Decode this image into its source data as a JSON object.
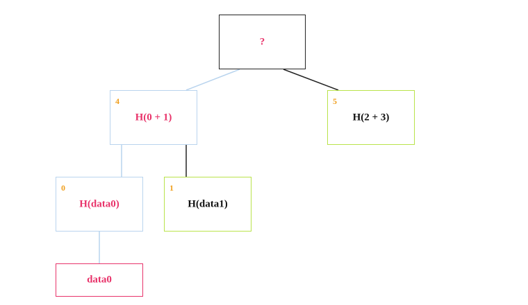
{
  "nodes": {
    "root": {
      "index": "",
      "label": "?"
    },
    "n4": {
      "index": "4",
      "label": "H(0 + 1)"
    },
    "n5": {
      "index": "5",
      "label": "H(2 + 3)"
    },
    "n0": {
      "index": "0",
      "label": "H(data0)"
    },
    "n1": {
      "index": "1",
      "label": "H(data1)"
    },
    "data0": {
      "index": "",
      "label": "data0"
    }
  },
  "colors": {
    "highlight_text": "#e8336a",
    "normal_text": "#111111",
    "index_text": "#f0a020",
    "path_edge": "#b9d4ee",
    "sibling_border": "#b9e34a",
    "root_border": "#222222",
    "leaf_border": "#e8336a"
  }
}
